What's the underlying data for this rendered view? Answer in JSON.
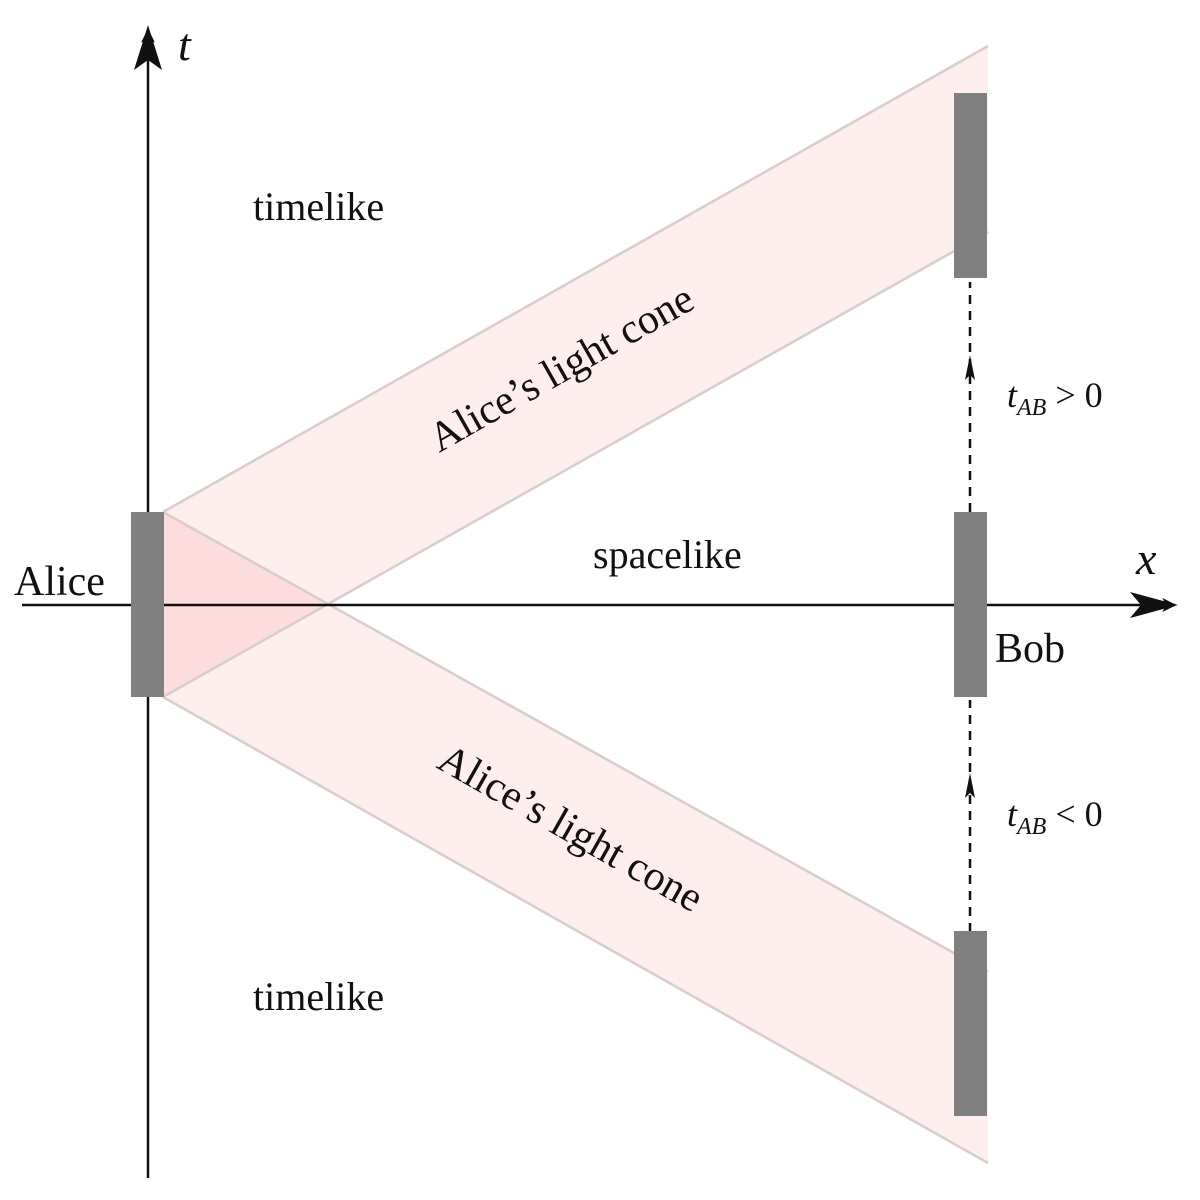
{
  "axes": {
    "x_label": "x",
    "t_label": "t"
  },
  "observers": {
    "alice": "Alice",
    "bob": "Bob"
  },
  "regions": {
    "timelike_top": "timelike",
    "timelike_bottom": "timelike",
    "spacelike": "spacelike"
  },
  "cones": {
    "upper_label": "Alice’s light cone",
    "lower_label": "Alice’s light cone"
  },
  "intervals": {
    "future": {
      "var": "t",
      "sub": "AB",
      "rel": " > 0"
    },
    "past": {
      "var": "t",
      "sub": "AB",
      "rel": " < 0"
    }
  },
  "colors": {
    "cone_fill": "#fde8e8",
    "cone_overlap": "#fbd5d5",
    "cone_edge": "#d8cccc",
    "observer_bar": "#808080",
    "axis": "#111111"
  }
}
